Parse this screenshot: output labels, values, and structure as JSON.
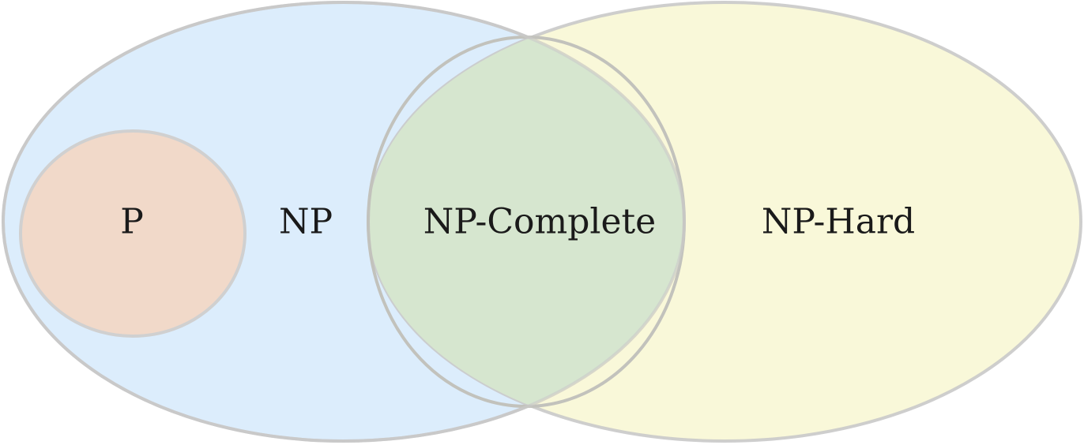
{
  "diagram": {
    "labels": {
      "p": "P",
      "np": "NP",
      "np_complete": "NP-Complete",
      "np_hard": "NP-Hard"
    },
    "colors": {
      "np_fill": "#dcedfc",
      "np_hard_fill": "#f7f5ca",
      "p_fill": "#f1d9c9",
      "outline": "#c9c9c9"
    }
  }
}
